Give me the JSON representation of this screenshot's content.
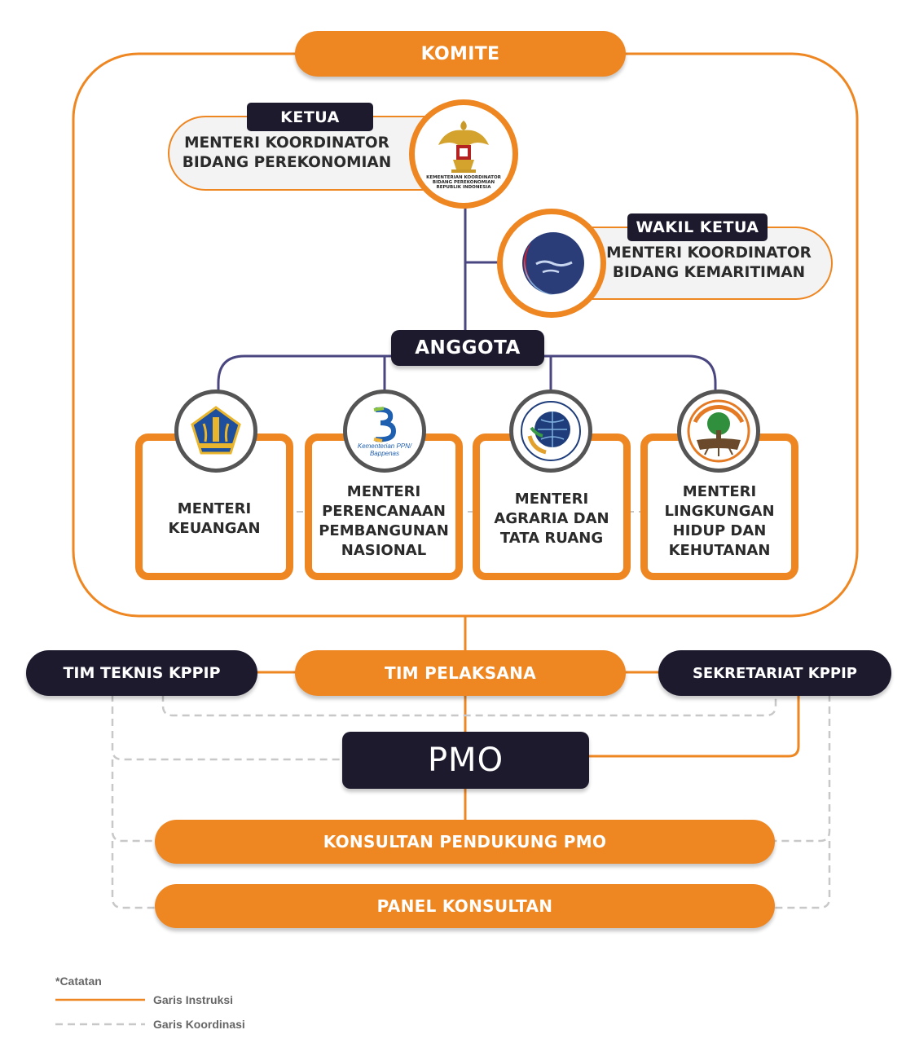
{
  "komite": {
    "title": "KOMITE"
  },
  "ketua": {
    "tag": "KETUA",
    "line1": "MENTERI KOORDINATOR",
    "line2": "BIDANG PEREKONOMIAN",
    "logo_caption": [
      "KEMENTERIAN KOORDINATOR",
      "BIDANG PEREKONOMIAN",
      "REPUBLIK INDONESIA"
    ]
  },
  "wakil_ketua": {
    "tag": "WAKIL KETUA",
    "line1": "MENTERI KOORDINATOR",
    "line2": "BIDANG KEMARITIMAN"
  },
  "anggota": {
    "title": "ANGGOTA",
    "members": [
      {
        "lines": [
          "MENTERI",
          "KEUANGAN"
        ],
        "logo": "kemenkeu-logo-icon"
      },
      {
        "lines": [
          "MENTERI",
          "PERENCANAAN",
          "PEMBANGUNAN",
          "NASIONAL"
        ],
        "logo": "bappenas-logo-icon",
        "logo_text": [
          "Kementerian PPN/",
          "Bappenas"
        ]
      },
      {
        "lines": [
          "MENTERI",
          "AGRARIA DAN",
          "TATA RUANG"
        ],
        "logo": "atr-bpn-logo-icon"
      },
      {
        "lines": [
          "MENTERI",
          "LINGKUNGAN",
          "HIDUP DAN",
          "KEHUTANAN"
        ],
        "logo": "klhk-logo-icon"
      }
    ]
  },
  "tim_teknis": "TIM TEKNIS KPPIP",
  "tim_pelaksana": "TIM PELAKSANA",
  "sekretariat": "SEKRETARIAT KPPIP",
  "pmo": "PMO",
  "konsultan_pendukung": "KONSULTAN PENDUKUNG PMO",
  "panel_konsultan": "PANEL KONSULTAN",
  "legend": {
    "note": "*Catatan",
    "instruksi": "Garis Instruksi",
    "koordinasi": "Garis Koordinasi"
  },
  "colors": {
    "orange": "#ee8621",
    "dark": "#1d1a2e",
    "purple_line": "#4a4680",
    "dashed": "#c8c8c8"
  }
}
